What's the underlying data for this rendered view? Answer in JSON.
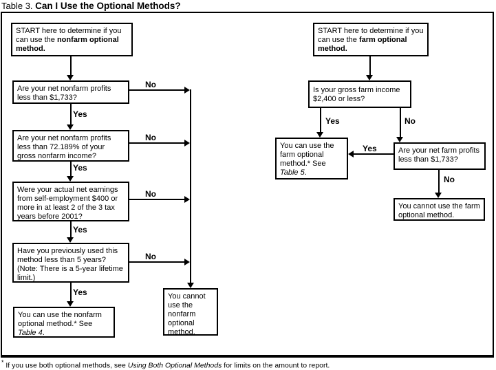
{
  "title": {
    "prefix": "Table 3.",
    "main": "Can I Use the Optional Methods?"
  },
  "labels": {
    "yes": "Yes",
    "no": "No"
  },
  "flowchart": {
    "nonfarm": {
      "start": {
        "pre": "START here to determine if you can use the ",
        "bold": "nonfarm optional method."
      },
      "q_profits": {
        "text": "Are your net nonfarm profits less than $1,733?"
      },
      "q_percent": {
        "text": "Are your net nonfarm profits less than 72.189% of your gross nonfarm income?"
      },
      "q_earnings": {
        "text": "Were your actual net earnings from self-employment $400 or more in at least 2 of the 3 tax years before 2001?"
      },
      "q_prev_used": {
        "text": "Have you previously used this method less than 5 years? (Note: There is a 5-year lifetime limit.)"
      },
      "can_use": {
        "pre": "You can use the nonfarm optional method.* See ",
        "italic": "Table 4",
        "post": "."
      },
      "cannot_use": {
        "text": "You cannot use the nonfarm optional method."
      }
    },
    "farm": {
      "start": {
        "pre": "START here to determine if you can use the ",
        "bold": "farm optional method."
      },
      "q_income": {
        "text": "Is your gross farm income $2,400 or less?"
      },
      "can_use": {
        "pre": "You can use the farm optional method.* See ",
        "italic": "Table 5",
        "post": "."
      },
      "q_profits": {
        "text": "Are your net farm profits less than $1,733?"
      },
      "cannot_use": {
        "text": "You cannot use the farm optional method."
      }
    }
  },
  "footnote": {
    "marker": "*",
    "pre": " If you use both optional methods, see ",
    "italic": "Using Both Optional Methods",
    "post": " for limits on the amount to report."
  },
  "colors": {
    "line": "#000000",
    "background": "#ffffff"
  }
}
